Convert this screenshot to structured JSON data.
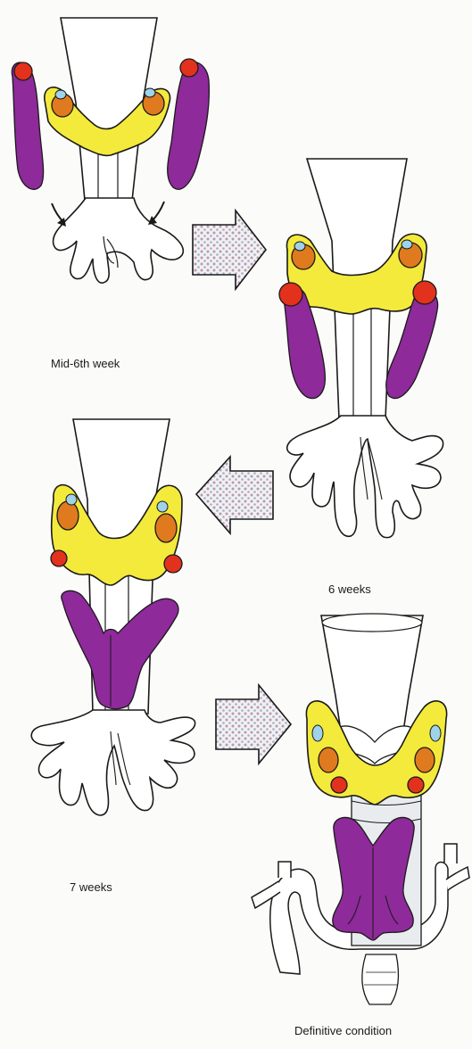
{
  "stages": [
    {
      "id": "mid-6th-week",
      "label": "Mid-6th week"
    },
    {
      "id": "6-weeks",
      "label": "6 weeks"
    },
    {
      "id": "7-weeks",
      "label": "7 weeks"
    },
    {
      "id": "definitive-condition",
      "label": "Definitive condition"
    }
  ],
  "colors": {
    "thyroid": "#f4ea3c",
    "thymus": "#8e2a9a",
    "inferior_parathyroid": "#e2311c",
    "superior_parathyroid": "#e07a1e",
    "ultimobranchial_body": "#9ed3ea",
    "outline": "#1a1a1a",
    "arrow_fill": "#c9b7c4"
  },
  "icons": [
    "flow-arrow-right-icon",
    "flow-arrow-left-icon",
    "migration-arrow-icon"
  ]
}
